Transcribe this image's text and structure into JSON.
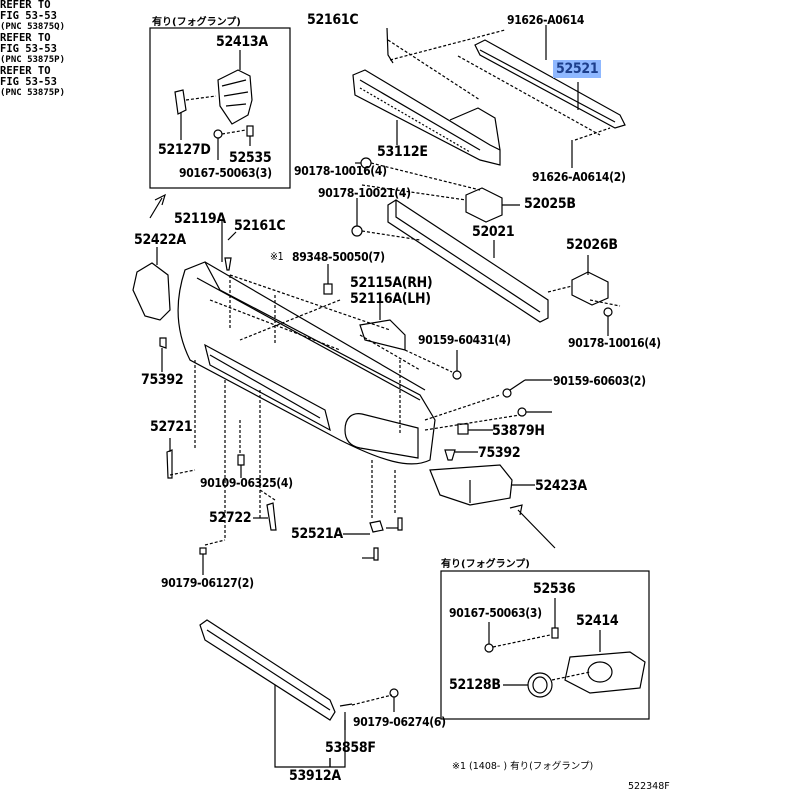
{
  "diagram": {
    "title": "Front bumper & bumper cover parts diagram",
    "figure_id": "522348F",
    "highlight_color": "#8fb8ff",
    "insets": [
      {
        "caption": "有り(フォグランプ)",
        "labels": [
          "52413A",
          "52127D",
          "52535",
          "90167-50063(3)"
        ]
      },
      {
        "caption": "有り(フォグランプ)",
        "labels": [
          "52536",
          "90167-50063(3)",
          "52414",
          "52128B"
        ]
      }
    ],
    "parts": {
      "p52413A": "52413A",
      "p52127D": "52127D",
      "p52535": "52535",
      "p90167a": "90167-50063(3)",
      "p52161C_top": "52161C",
      "p91626a": "91626-A0614",
      "p52521": "52521",
      "p53112E": "53112E",
      "p91626b": "91626-A0614(2)",
      "p90178a": "90178-10016(4)",
      "p90178b": "90178-10021(4)",
      "p52025B": "52025B",
      "p52119A": "52119A",
      "p52422A": "52422A",
      "p52161C": "52161C",
      "p52021": "52021",
      "p52026B": "52026B",
      "p89348_mark": "※1",
      "p89348": "89348-50050(7)",
      "p52115A": "52115A(RH)",
      "p52116A": "52116A(LH)",
      "p90159a": "90159-60431(4)",
      "p90178c": "90178-10016(4)",
      "p75392a": "75392",
      "p90159b": "90159-60603(2)",
      "p53879H": "53879H",
      "p52721": "52721",
      "p75392b": "75392",
      "p90109": "90109-06325(4)",
      "p52423A": "52423A",
      "p52722": "52722",
      "p52521A": "52521A",
      "p90179a": "90179-06127(2)",
      "p52536": "52536",
      "p90167b": "90167-50063(3)",
      "p52414": "52414",
      "p52128B": "52128B",
      "p90179b": "90179-06274(6)",
      "p53858F": "53858F",
      "p53912A": "53912A"
    },
    "refers": [
      {
        "line1": "REFER TO",
        "line2": "FIG 53-53",
        "line3": "(PNC 53875Q)"
      },
      {
        "line1": "REFER TO",
        "line2": "FIG 53-53",
        "line3": "(PNC 53875P)"
      },
      {
        "line1": "REFER TO",
        "line2": "FIG 53-53",
        "line3": "(PNC 53875P)"
      }
    ],
    "footnote": "※1 (1408-      ) 有り(フォグランプ)"
  }
}
